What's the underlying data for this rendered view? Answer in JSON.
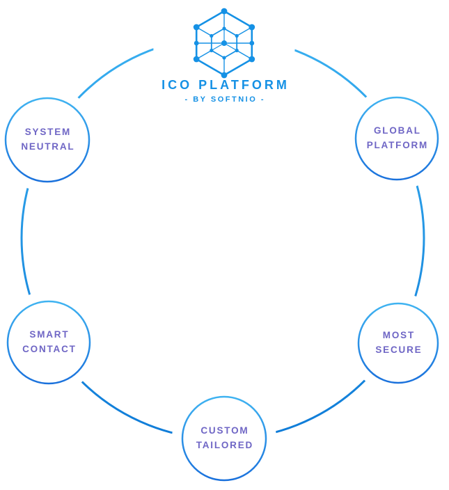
{
  "brand": {
    "title": "ICO PLATFORM",
    "subtitle": "- BY SOFTNIO -",
    "logo_icon": "hexagon-network-icon"
  },
  "colors": {
    "brand_blue": "#1591e5",
    "ring_blue_light": "#38aff0",
    "ring_blue_dark": "#0f7cd8",
    "node_stroke_light": "#3fb3f1",
    "node_stroke_dark": "#1a71dc",
    "label_purple": "#6f66c5",
    "background": "#ffffff"
  },
  "nodes": [
    {
      "id": "system-neutral",
      "lines": [
        "SYSTEM",
        "NEUTRAL"
      ]
    },
    {
      "id": "global-platform",
      "lines": [
        "GLOBAL",
        "PLATFORM"
      ]
    },
    {
      "id": "smart-contact",
      "lines": [
        "SMART",
        "CONTACT"
      ]
    },
    {
      "id": "most-secure",
      "lines": [
        "MOST",
        "SECURE"
      ]
    },
    {
      "id": "custom-tailored",
      "lines": [
        "CUSTOM",
        "TAILORED"
      ]
    }
  ]
}
